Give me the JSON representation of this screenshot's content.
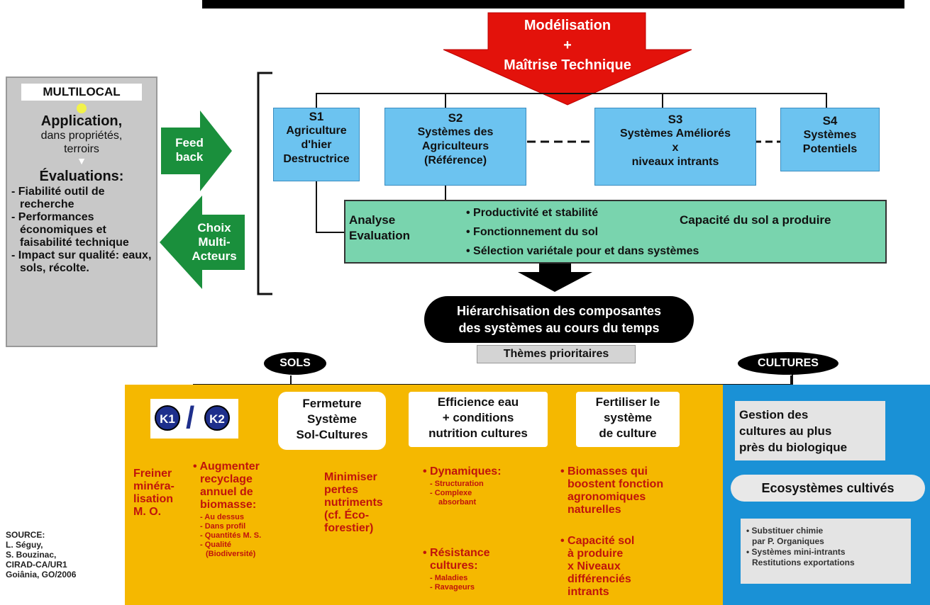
{
  "modelisation": {
    "line1": "Modélisation",
    "line2": "+",
    "line3": "Maîtrise Technique"
  },
  "multilocal": {
    "label": "MULTILOCAL",
    "application_title": "Application,",
    "application_line1": "dans propriétés,",
    "application_line2": "terroirs",
    "evaluations_title": "Évaluations:",
    "items": [
      "- Fiabilité outil de recherche",
      "- Performances économiques et faisabilité technique",
      "- Impact sur qualité: eaux, sols, récolte."
    ]
  },
  "feedback": {
    "line1": "Feed",
    "line2": "back"
  },
  "choix": {
    "line1": "Choix",
    "line2": "Multi-",
    "line3": "Acteurs"
  },
  "systems": [
    {
      "head": "S1",
      "line1": "Agriculture",
      "line2": "d'hier",
      "line3": "Destructrice"
    },
    {
      "head": "S2",
      "line1": "Systèmes des",
      "line2": "Agriculteurs",
      "line3": "(Référence)"
    },
    {
      "head": "S3",
      "line1": "Systèmes Améliorés",
      "line2": "x",
      "line3": "niveaux intrants"
    },
    {
      "head": "S4",
      "line1": "Systèmes",
      "line2": "Potentiels",
      "line3": ""
    }
  ],
  "analyse": {
    "left_line1": "Analyse",
    "left_line2": "Evaluation",
    "items": [
      "• Productivité et stabilité",
      "• Fonctionnement du sol",
      "• Sélection variétale pour et dans systèmes"
    ],
    "capacity": "Capacité du sol a produire"
  },
  "hierarchisation": {
    "line1": "Hiérarchisation des composantes",
    "line2": "des systèmes au cours du temps"
  },
  "themes": "Thèmes prioritaires",
  "sols": "SOLS",
  "cultures": "CULTURES",
  "k": {
    "k1": "K1",
    "k2": "K2"
  },
  "fermeture": {
    "line1": "Fermeture",
    "line2": "Système",
    "line3": "Sol-Cultures"
  },
  "efficience": {
    "line1": "Efficience eau",
    "line2": "+ conditions",
    "line3": "nutrition cultures"
  },
  "fertiliser": {
    "line1": "Fertiliser le",
    "line2": "système",
    "line3": "de culture"
  },
  "freiner": {
    "line1": "Freiner",
    "line2": "minéra-",
    "line3": "lisation",
    "line4": "M. O."
  },
  "augmenter": {
    "line1": "• Augmenter",
    "line2": "recyclage",
    "line3": "annuel de",
    "line4": "biomasse:",
    "subs": [
      "- Au dessus",
      "- Dans profil",
      "- Quantités M. S.",
      "- Qualité",
      "(Biodiversité)"
    ]
  },
  "minimiser": {
    "line1": "Minimiser",
    "line2": "pertes",
    "line3": "nutriments",
    "line4": "(cf. Éco-",
    "line5": "forestier)"
  },
  "dynamiques": {
    "title": "• Dynamiques:",
    "subs": [
      "- Structuration",
      "- Complexe",
      "absorbant"
    ]
  },
  "resistance": {
    "line1": "• Résistance",
    "line2": "cultures:",
    "subs": [
      "- Maladies",
      "- Ravageurs"
    ]
  },
  "biomasses": {
    "line1": "• Biomasses qui",
    "line2": "boostent fonction",
    "line3": "agronomiques",
    "line4": "naturelles"
  },
  "capacite": {
    "line1": "• Capacité sol",
    "line2": "à produire",
    "line3": "x Niveaux",
    "line4": "différenciés",
    "line5": "intrants"
  },
  "gestion": {
    "line1": "Gestion des",
    "line2": "cultures au plus",
    "line3": "près du biologique"
  },
  "ecosystemes": "Ecosystèmes cultivés",
  "substituer": {
    "line1": "• Substituer chimie",
    "line2": "par P. Organiques",
    "line3": "• Systèmes mini-intrants",
    "line4": "Restitutions exportations"
  },
  "source": {
    "line1": "SOURCE:",
    "line2": "L. Séguy,",
    "line3": "S. Bouzinac,",
    "line4": "CIRAD-CA/UR1",
    "line5": "Goiânia, GO/2006"
  },
  "colors": {
    "red": "#e3120b",
    "green": "#1a8f3c",
    "blue_box": "#6cc3f0",
    "teal": "#79d4ae",
    "orange": "#f5b800",
    "blue_panel": "#1a91d6"
  }
}
